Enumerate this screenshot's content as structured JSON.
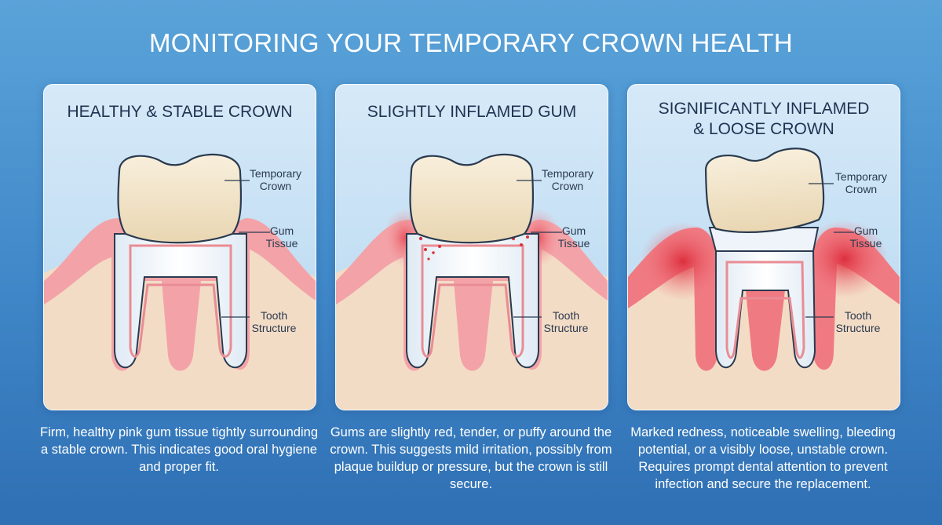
{
  "title": "MONITORING YOUR TEMPORARY CROWN HEALTH",
  "panels": [
    {
      "title": "HEALTHY & STABLE CROWN",
      "labels": {
        "crown": "Temporary\nCrown",
        "gum": "Gum\nTissue",
        "tooth": "Tooth\nStructure"
      },
      "description": "Firm, healthy pink gum tissue tightly surrounding a stable crown. This indicates good oral hygiene and proper fit."
    },
    {
      "title": "SLIGHTLY INFLAMED GUM",
      "labels": {
        "crown": "Temporary\nCrown",
        "gum": "Gum\nTissue",
        "tooth": "Tooth\nStructure"
      },
      "description": "Gums are slightly red, tender, or puffy around the crown. This suggests mild irritation, possibly from plaque buildup or pressure, but the crown is still secure."
    },
    {
      "title": "SIGNIFICANTLY INFLAMED\n& LOOSE CROWN",
      "labels": {
        "crown": "Temporary\nCrown",
        "gum": "Gum\nTissue",
        "tooth": "Tooth\nStructure"
      },
      "description": "Marked redness, noticeable swelling, bleeding potential, or a visibly loose, unstable crown. Requires prompt dental attention to prevent infection and secure the replacement."
    }
  ],
  "colors": {
    "healthy_gum": "#f3a3a8",
    "mild_inflammation": "#f07a82",
    "severe_inflammation": "#e84a55",
    "crown": "#f1e3c6",
    "tooth": "#f4f8fc",
    "bone": "#f3dcc6"
  }
}
